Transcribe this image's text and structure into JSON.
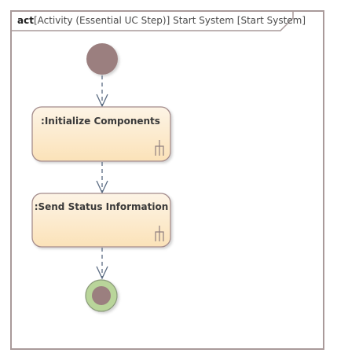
{
  "frame": {
    "keyword": "act",
    "title": "[Activity (Essential UC Step)] Start System [Start System]"
  },
  "nodes": {
    "initial": {
      "kind": "initial-node"
    },
    "action1": {
      "label": ":Initialize Components",
      "kind": "call-behavior-action"
    },
    "action2": {
      "label": ":Send Status Information",
      "kind": "call-behavior-action"
    },
    "final": {
      "kind": "activity-final-node"
    }
  },
  "edges": [
    {
      "from": "initial",
      "to": "action1",
      "style": "dashed-arrow"
    },
    {
      "from": "action1",
      "to": "action2",
      "style": "dashed-arrow"
    },
    {
      "from": "action2",
      "to": "final",
      "style": "dashed-arrow"
    }
  ],
  "colors": {
    "frame_border": "#a99a9a",
    "node_fill_top": "#fdf4e6",
    "node_fill_bottom": "#fbe2b8",
    "node_border": "#a48c8c",
    "initial_fill": "#9b7f7f",
    "final_ring": "#b9d59a",
    "edge": "#5a6b82"
  }
}
